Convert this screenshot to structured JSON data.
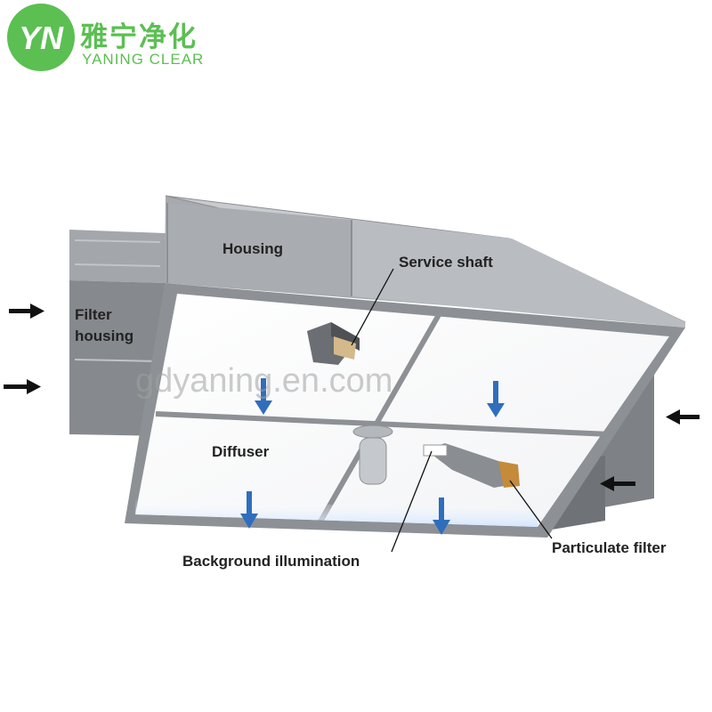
{
  "logo": {
    "mark_text": "YN",
    "name_cn": "雅宁净化",
    "name_en": "YANING CLEAR"
  },
  "watermark": "gdyaning.en.com",
  "labels": {
    "housing": "Housing",
    "service_shaft": "Service shaft",
    "filter_housing": "Filter housing",
    "diffuser": "Diffuser",
    "background_illumination": "Background illumination",
    "particulate_filter": "Particulate filter"
  },
  "colors": {
    "logo_green": "#5bbf52",
    "airflow_arrow": "#2f6ebd",
    "housing_grey": "#9fa3a7",
    "frame_grey": "#8d9094"
  }
}
